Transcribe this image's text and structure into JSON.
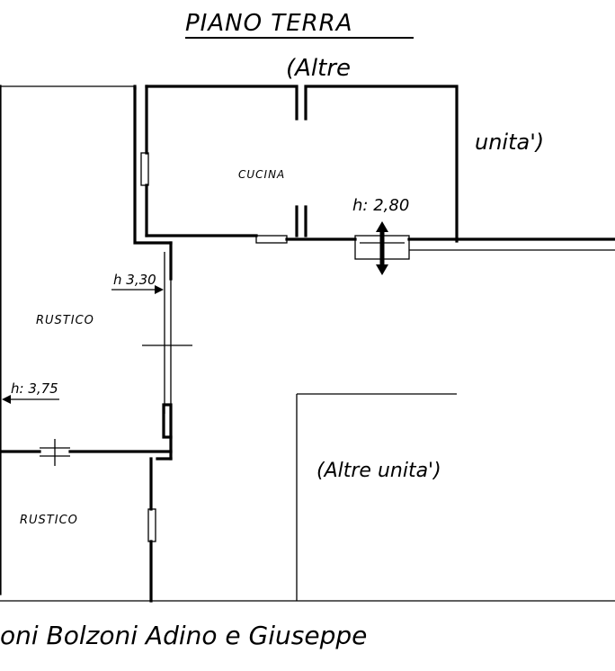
{
  "title": "PIANO TERRA",
  "labels": {
    "altre_top_line1": "(Altre",
    "altre_top_line2": "unita')",
    "cucina": "CUCINA",
    "h_cucina": "h: 2,80",
    "h_rustico_top": "h 3,30",
    "rustico_upper": "RUSTICO",
    "h_rustico_left": "h: 3,75",
    "altre_unita_right": "(Altre unita')",
    "rustico_lower": "RUSTICO",
    "owners": "oni   Bolzoni   Adino  e  Giuseppe"
  }
}
